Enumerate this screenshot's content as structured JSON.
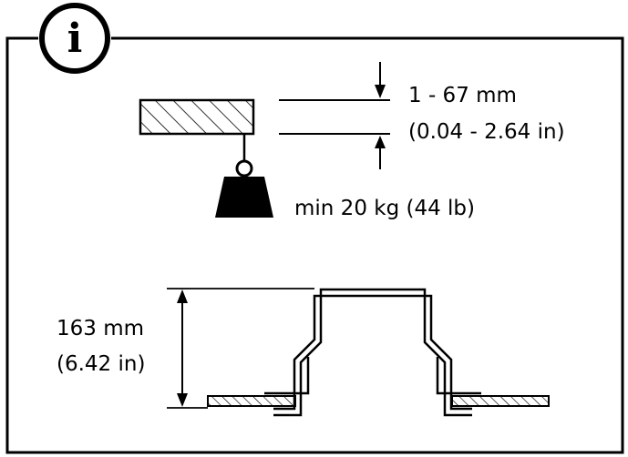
{
  "info_icon": {
    "glyph": "i",
    "icon": "info-icon"
  },
  "ceiling_detail": {
    "thickness_range": "1 - 67 mm",
    "thickness_range_in": "(0.04 - 2.64 in)",
    "load_label": "min 20 kg (44 lb)"
  },
  "mount_profile": {
    "height_mm": "163 mm",
    "height_in": "(6.42 in)"
  }
}
